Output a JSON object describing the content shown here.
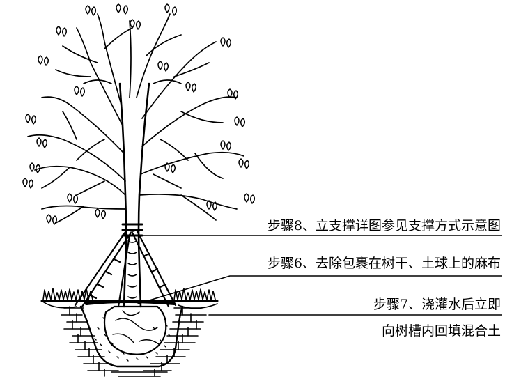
{
  "annotations": {
    "step8": "步骤8、立支撑详图参见支撑方式示意图",
    "step6": "步骤6、去除包裹在树干、土球上的麻布",
    "step7_line1": "步骤7、浇灌水后立即",
    "step7_line2": "向树槽内回填混合土"
  },
  "colors": {
    "ink": "#000000",
    "paper": "#ffffff"
  }
}
